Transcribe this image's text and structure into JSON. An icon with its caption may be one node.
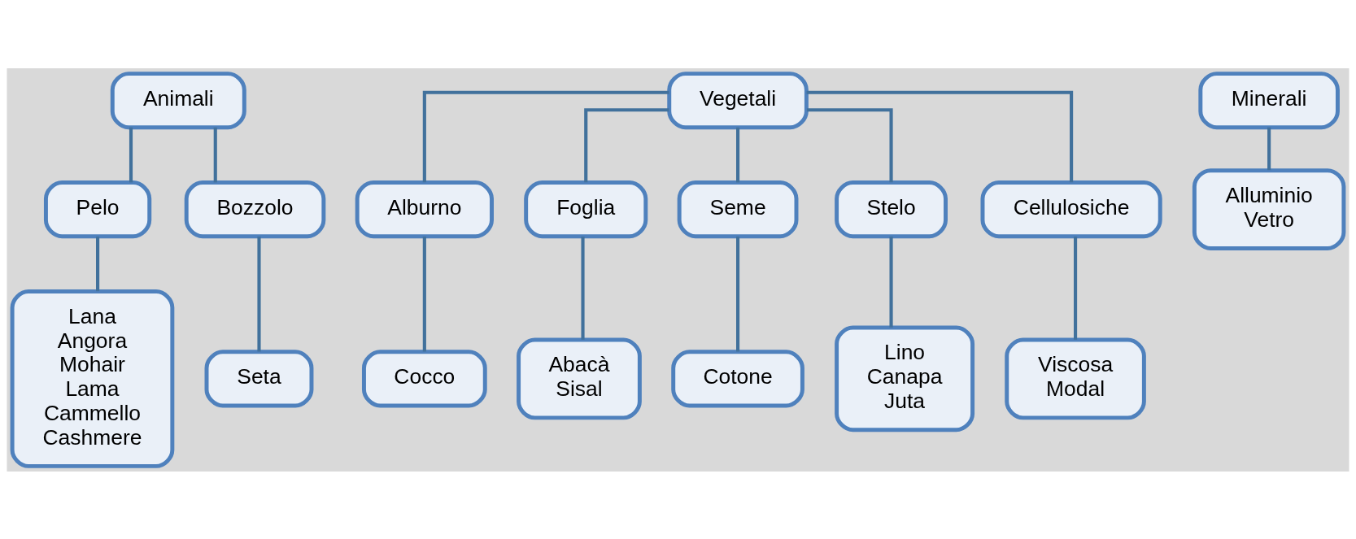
{
  "diagram": {
    "nodes": [
      {
        "text": [
          "Animali"
        ]
      },
      {
        "text": [
          "Pelo"
        ]
      },
      {
        "text": [
          "Bozzolo"
        ]
      },
      {
        "text": [
          "Lana",
          "Angora",
          "Mohair",
          "Lama",
          "Cammello",
          "Cashmere"
        ]
      },
      {
        "text": [
          "Seta"
        ]
      },
      {
        "text": [
          "Vegetali"
        ]
      },
      {
        "text": [
          "Alburno"
        ]
      },
      {
        "text": [
          "Foglia"
        ]
      },
      {
        "text": [
          "Seme"
        ]
      },
      {
        "text": [
          "Stelo"
        ]
      },
      {
        "text": [
          "Cellulosiche"
        ]
      },
      {
        "text": [
          "Cocco"
        ]
      },
      {
        "text": [
          "Abacà",
          "Sisal"
        ]
      },
      {
        "text": [
          "Cotone"
        ]
      },
      {
        "text": [
          "Lino",
          "Canapa",
          "Juta"
        ]
      },
      {
        "text": [
          "Viscosa",
          "Modal"
        ]
      },
      {
        "text": [
          "Minerali"
        ]
      },
      {
        "text": [
          "Alluminio",
          "Vetro"
        ]
      }
    ],
    "edges": [
      {
        "from": 0,
        "to": 1,
        "arrow": "none"
      },
      {
        "from": 0,
        "to": 2,
        "arrow": "none"
      },
      {
        "from": 1,
        "to": 3,
        "arrow": "none"
      },
      {
        "from": 2,
        "to": 4,
        "arrow": "none"
      },
      {
        "from": 5,
        "to": 6,
        "arrow": "none"
      },
      {
        "from": 5,
        "to": 7,
        "arrow": "none"
      },
      {
        "from": 5,
        "to": 8,
        "arrow": "none"
      },
      {
        "from": 5,
        "to": 9,
        "arrow": "none"
      },
      {
        "from": 5,
        "to": 10,
        "arrow": "none"
      },
      {
        "from": 6,
        "to": 11,
        "arrow": "none"
      },
      {
        "from": 7,
        "to": 12,
        "arrow": "none"
      },
      {
        "from": 8,
        "to": 13,
        "arrow": "none"
      },
      {
        "from": 9,
        "to": 14,
        "arrow": "none"
      },
      {
        "from": 10,
        "to": 15,
        "arrow": "none"
      },
      {
        "from": 16,
        "to": 17,
        "arrow": "none"
      }
    ]
  }
}
